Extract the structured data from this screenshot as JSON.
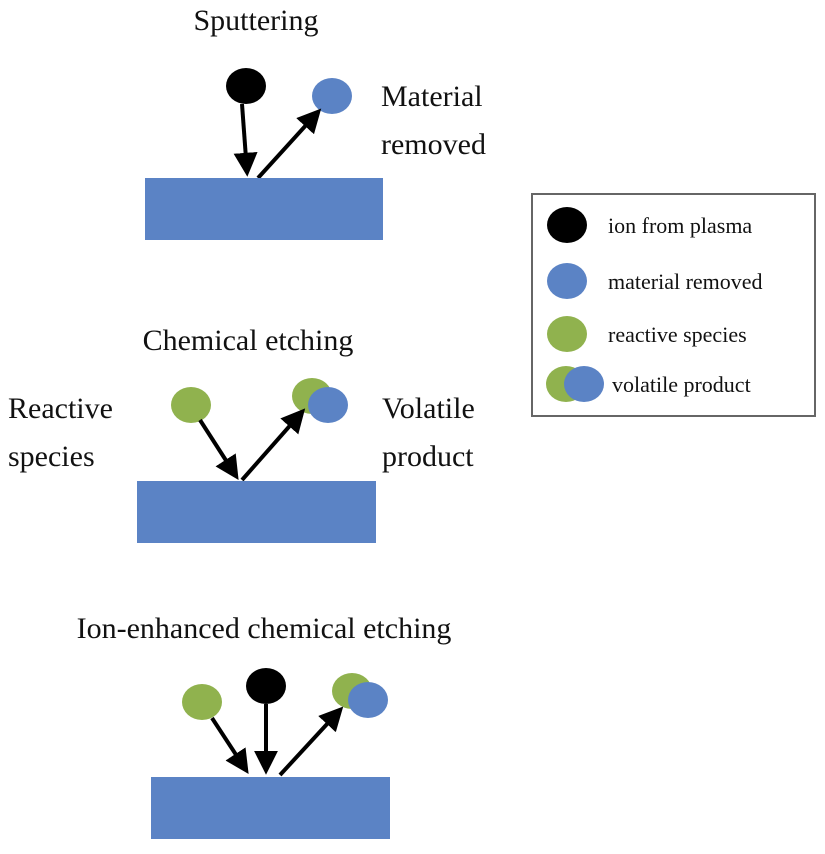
{
  "colors": {
    "substrate": "#5b83c5",
    "ion": "#000000",
    "material": "#5b83c5",
    "reactive": "#90b24e",
    "arrow": "#000000",
    "legend_border": "#666666"
  },
  "panels": {
    "sputtering": {
      "title": "Sputtering",
      "right_label_line1": "Material",
      "right_label_line2": "removed"
    },
    "chemical": {
      "title": "Chemical etching",
      "left_label_line1": "Reactive",
      "left_label_line2": "species",
      "right_label_line1": "Volatile",
      "right_label_line2": "product"
    },
    "ion_enhanced": {
      "title": "Ion-enhanced chemical etching"
    }
  },
  "legend": {
    "items": [
      {
        "label": "ion from plasma",
        "icon": "ion-dot-icon"
      },
      {
        "label": "material removed",
        "icon": "material-dot-icon"
      },
      {
        "label": "reactive species",
        "icon": "reactive-dot-icon"
      },
      {
        "label": "volatile product",
        "icon": "volatile-dot-icon"
      }
    ]
  }
}
